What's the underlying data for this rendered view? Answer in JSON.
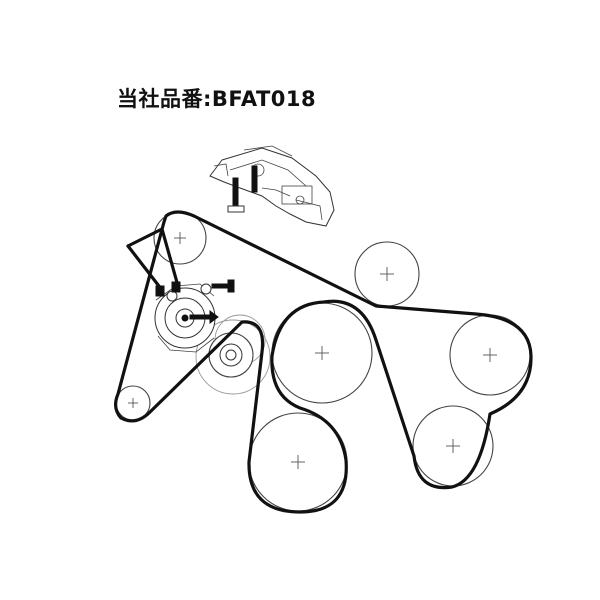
{
  "title": "当社品番:BFAT018",
  "diagram": {
    "belt_color": "#111111",
    "pulleys": [
      "idler-top-left",
      "idler-upper-middle",
      "tensioner",
      "idler-small-center",
      "idler-small-left",
      "crankshaft",
      "alternator",
      "power-steering",
      "compressor"
    ],
    "icons": [
      "tensioner-assembly-icon",
      "bolt-icon",
      "bracket-icon"
    ]
  }
}
